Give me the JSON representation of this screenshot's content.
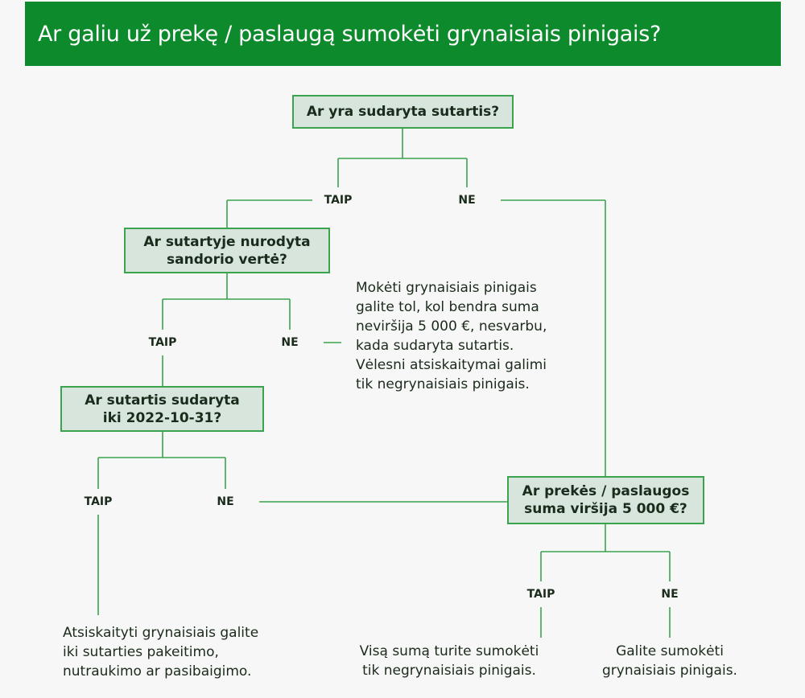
{
  "title": "Ar galiu už prekę / paslaugą sumokėti grynaisiais pinigais?",
  "nodes": {
    "q1": "Ar yra sudaryta sutartis?",
    "q2": "Ar sutartyje nurodyta\nsandorio vertė?",
    "q3": "Ar sutartis sudaryta\niki 2022-10-31?",
    "q4": "Ar prekės / paslaugos\nsuma viršija 5 000 €?"
  },
  "labels": {
    "q1_yes": "TAIP",
    "q1_no": "NE",
    "q2_yes": "TAIP",
    "q2_no": "NE",
    "q3_yes": "TAIP",
    "q3_no": "NE",
    "q4_yes": "TAIP",
    "q4_no": "NE"
  },
  "outcomes": {
    "q2_no": "Mokėti grynaisiais pinigais\ngalite tol, kol bendra suma\nneviršija 5 000 €, nesvarbu,\nkada sudaryta sutartis.\nVėlesni atsiskaitymai galimi\ntik negrynaisiais pinigais.",
    "q3_yes": "Atsiskaityti grynaisiais galite\niki sutarties pakeitimo,\nnutraukimo ar pasibaigimo.",
    "q4_yes": "Visą sumą turite sumokėti\ntik negrynaisiais pinigais.",
    "q4_no": "Galite sumokėti\ngrynaisiais pinigais."
  },
  "colors": {
    "header_bg": "#0c8a2c",
    "box_fill": "#d7e5dc",
    "box_border": "#3aa34e",
    "connector": "#3aa34e"
  }
}
